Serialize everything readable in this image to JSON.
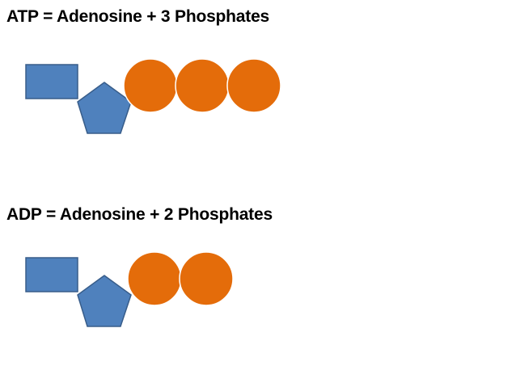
{
  "atp": {
    "title": "ATP = Adenosine + 3 Phosphates",
    "phosphate_count": 3
  },
  "adp": {
    "title": "ADP = Adenosine + 2 Phosphates",
    "phosphate_count": 2
  },
  "colors": {
    "ribose_fill": "#4f81bd",
    "ribose_stroke": "#385d8a",
    "base_fill": "#4f81bd",
    "base_stroke": "#385d8a",
    "phosphate_fill": "#e46c0a",
    "phosphate_stroke": "#ffffff",
    "text": "#000000",
    "background": "#ffffff"
  }
}
